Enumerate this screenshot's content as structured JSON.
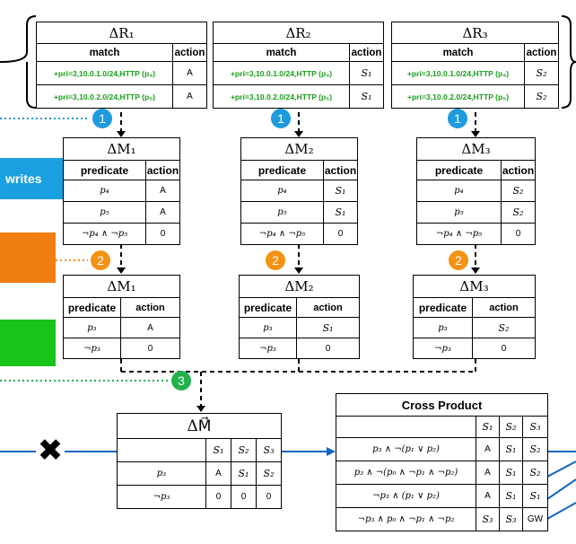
{
  "left_panels": {
    "blue_label": "writes",
    "blue_color": "#1a9fe0",
    "orange_color": "#f07e13",
    "green_color": "#19c41a"
  },
  "steps": {
    "one": "1",
    "two": "2",
    "three": "3"
  },
  "delta_r": [
    {
      "title": "ΔR₁",
      "col_match": "match",
      "col_action": "action",
      "rows": [
        {
          "match": "+pri=3,10.0.1.0/24,HTTP",
          "pred": "(p₄)",
          "action": "A"
        },
        {
          "match": "+pri=3,10.0.2.0/24,HTTP",
          "pred": "(p₅)",
          "action": "A"
        }
      ]
    },
    {
      "title": "ΔR₂",
      "col_match": "match",
      "col_action": "action",
      "rows": [
        {
          "match": "+pri=3,10.0.1.0/24,HTTP",
          "pred": "(p₄)",
          "action": "S₁"
        },
        {
          "match": "+pri=3,10.0.2.0/24,HTTP",
          "pred": "(p₅)",
          "action": "S₁"
        }
      ]
    },
    {
      "title": "ΔR₃",
      "col_match": "match",
      "col_action": "action",
      "rows": [
        {
          "match": "+pri=3,10.0.1.0/24,HTTP",
          "pred": "(p₄)",
          "action": "S₂"
        },
        {
          "match": "+pri=3,10.0.2.0/24,HTTP",
          "pred": "(p₅)",
          "action": "S₂"
        }
      ]
    }
  ],
  "delta_m1": [
    {
      "title": "ΔM₁",
      "col_pred": "predicate",
      "col_action": "action",
      "rows": [
        {
          "pred": "p₄",
          "action": "A"
        },
        {
          "pred": "p₅",
          "action": "A"
        },
        {
          "pred": "¬p₄ ∧ ¬p₅",
          "action": "0"
        }
      ]
    },
    {
      "title": "ΔM₂",
      "col_pred": "predicate",
      "col_action": "action",
      "rows": [
        {
          "pred": "p₄",
          "action": "S₁"
        },
        {
          "pred": "p₅",
          "action": "S₁"
        },
        {
          "pred": "¬p₄ ∧ ¬p₅",
          "action": "0"
        }
      ]
    },
    {
      "title": "ΔM₃",
      "col_pred": "predicate",
      "col_action": "action",
      "rows": [
        {
          "pred": "p₄",
          "action": "S₂"
        },
        {
          "pred": "p₅",
          "action": "S₂"
        },
        {
          "pred": "¬p₄ ∧ ¬p₅",
          "action": "0"
        }
      ]
    }
  ],
  "delta_m2": [
    {
      "title": "ΔM₁",
      "col_pred": "predicate",
      "col_action": "action",
      "rows": [
        {
          "pred": "p₃",
          "action": "A"
        },
        {
          "pred": "¬p₃",
          "action": "0"
        }
      ]
    },
    {
      "title": "ΔM₂",
      "col_pred": "predicate",
      "col_action": "action",
      "rows": [
        {
          "pred": "p₃",
          "action": "S₁"
        },
        {
          "pred": "¬p₃",
          "action": "0"
        }
      ]
    },
    {
      "title": "ΔM₃",
      "col_pred": "predicate",
      "col_action": "action",
      "rows": [
        {
          "pred": "p₃",
          "action": "S₂"
        },
        {
          "pred": "¬p₃",
          "action": "0"
        }
      ]
    }
  ],
  "vec_m": {
    "title": "ΔM⃗",
    "cols": [
      "S₁",
      "S₂",
      "S₃"
    ],
    "rows": [
      {
        "pred": "p₃",
        "vals": [
          "A",
          "S₁",
          "S₂"
        ]
      },
      {
        "pred": "¬p₃",
        "vals": [
          "0",
          "0",
          "0"
        ]
      }
    ]
  },
  "cross": {
    "title": "Cross Product",
    "cols": [
      "S₁",
      "S₂",
      "S₃"
    ],
    "rows": [
      {
        "pred": "p₃ ∧ ¬(p₁ ∨ p₂)",
        "vals": [
          "A",
          "S₁",
          "S₂"
        ]
      },
      {
        "pred": "p₃ ∧ ¬(p₀ ∧ ¬p₁ ∧ ¬p₂)",
        "vals": [
          "A",
          "S₁",
          "S₂"
        ]
      },
      {
        "pred": "¬p₃ ∧ (p₁ ∨ p₂)",
        "vals": [
          "A",
          "S₁",
          "S₁"
        ]
      },
      {
        "pred": "¬p₃ ∧ p₀ ∧ ¬p₁ ∧ ¬p₂",
        "vals": [
          "S₃",
          "S₃",
          "GW"
        ]
      }
    ]
  },
  "cross_mark": "✖"
}
